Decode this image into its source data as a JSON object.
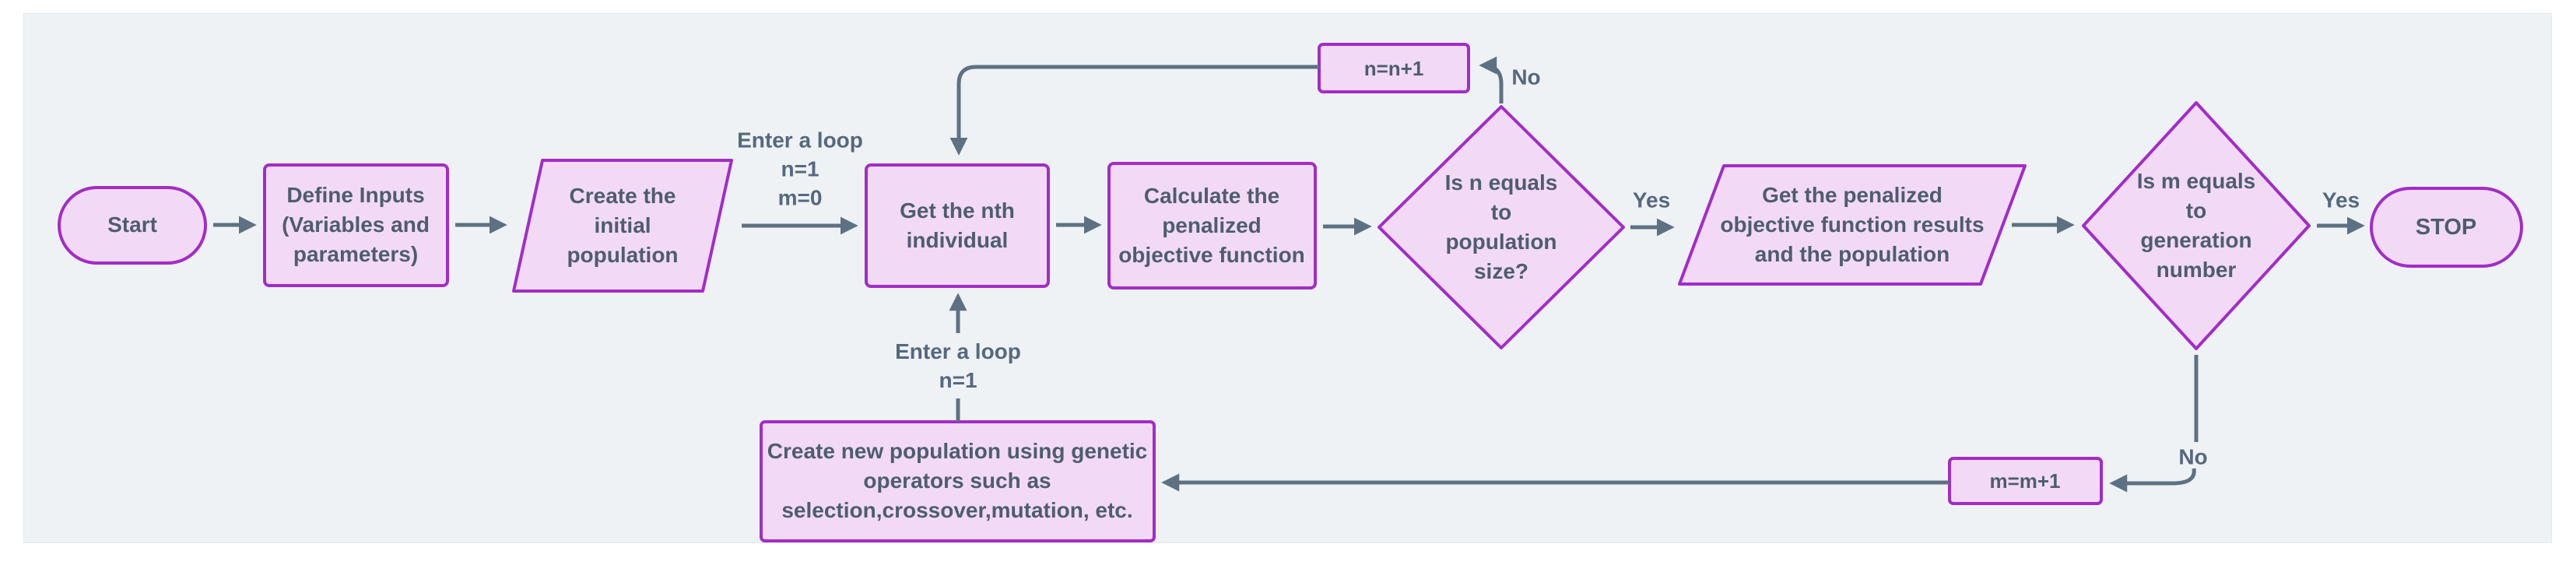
{
  "colors": {
    "node_fill": "#f2daf6",
    "node_border": "#a32cc8",
    "edge_line": "#5d7183",
    "node_text": "#4e5d70",
    "edge_label_text": "#56687d",
    "panel_background": "#eef2f5",
    "outer_background": "#ffffff"
  },
  "nodes": {
    "start": {
      "label": "Start",
      "shape": "stadium"
    },
    "define_inputs": {
      "label": "Define Inputs\n(Variables and\nparameters)",
      "shape": "rect"
    },
    "create_initial_population": {
      "label": "Create the\ninitial\npopulation",
      "shape": "parallelogram"
    },
    "get_nth_individual": {
      "label": "Get the nth\nindividual",
      "shape": "rect"
    },
    "calculate_objective": {
      "label": "Calculate the\npenalized\nobjective function",
      "shape": "rect"
    },
    "n_equals_population": {
      "label": "Is n equals\nto\npopulation\nsize?",
      "shape": "diamond"
    },
    "get_penalized_results": {
      "label": "Get the penalized\nobjective function results\nand the population",
      "shape": "parallelogram"
    },
    "m_equals_generation": {
      "label": "Is m equals\nto\ngeneration\nnumber",
      "shape": "diamond"
    },
    "stop": {
      "label": "STOP",
      "shape": "stadium"
    },
    "increment_n": {
      "label": "n=n+1",
      "shape": "rect"
    },
    "increment_m": {
      "label": "m=m+1",
      "shape": "rect"
    },
    "create_new_population": {
      "label": "Create new population using genetic\noperators such as\nselection,crossover,mutation, etc.",
      "shape": "rect"
    }
  },
  "edge_labels": {
    "enter_loop_top": "Enter a loop\nn=1\nm=0",
    "enter_loop_bottom": "Enter a loop\nn=1",
    "yes_population": "Yes",
    "no_population": "No",
    "yes_generation": "Yes",
    "no_generation": "No"
  }
}
